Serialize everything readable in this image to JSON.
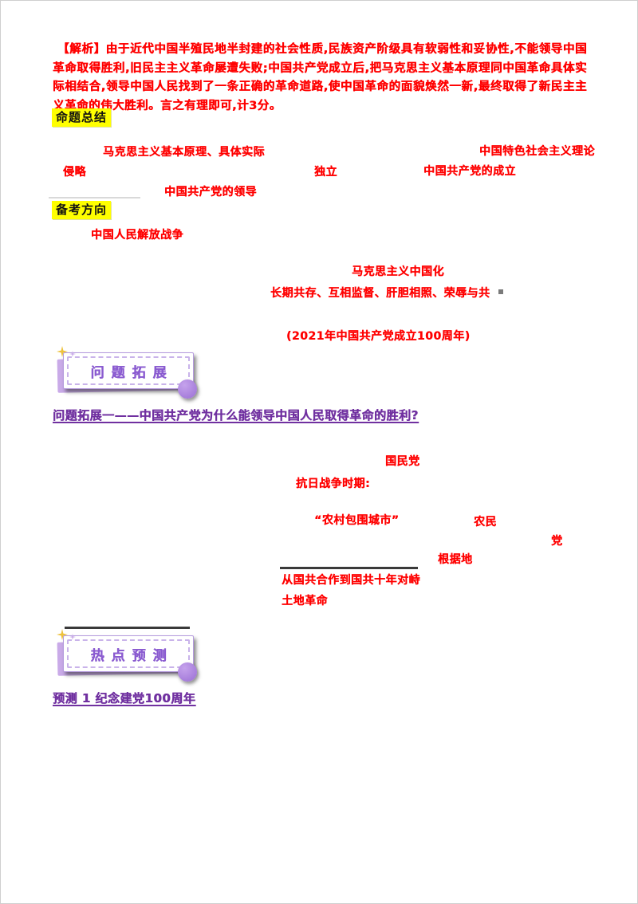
{
  "analysis": {
    "text": "【解析】由于近代中国半殖民地半封建的社会性质,民族资产阶级具有软弱性和妥协性,不能领导中国革命取得胜利,旧民主主义革命屡遭失败;中国共产党成立后,把马克思主义基本原理同中国革命具体实际相结合,领导中国人民找到了一条正确的革命道路,使中国革命的面貌焕然一新,最终取得了新民主主义革命的伟大胜利。言之有理即可,计3分。"
  },
  "sections": {
    "mingti_label": "命题总结",
    "beikao_label": "备考方向"
  },
  "answers": {
    "row1a": "马克思主义基本原理、具体实际",
    "row1b": "中国特色社会主义理论",
    "row2a": "侵略",
    "row2b": "独立",
    "row2c": "中国共产党的成立",
    "row3": "中国共产党的领导",
    "row4": "中国人民解放战争",
    "row5": "马克思主义中国化",
    "row6": "长期共存、互相监督、肝胆相照、荣辱与共",
    "row7": "(2021年中国共产党成立100周年)",
    "row8": "国民党",
    "row9": "抗日战争时期:",
    "row10": "“农村包围城市”",
    "row11": "农民",
    "row12": "党",
    "row13": "根据地",
    "row14": "从国共合作到国共十年对峙",
    "row15": "土地革命"
  },
  "boxes": {
    "wenti": "问题拓展",
    "redian": "热点预测"
  },
  "headings": {
    "extension": "问题拓展一——中国共产党为什么能领导中国人民取得革命的胜利?",
    "prediction": "预测 1 纪念建党100周年"
  },
  "colors": {
    "answer_red": "#ff0000",
    "heading_purple": "#7030a0",
    "box_purple": "#8a5bd0",
    "highlight_yellow": "#ffff00"
  }
}
